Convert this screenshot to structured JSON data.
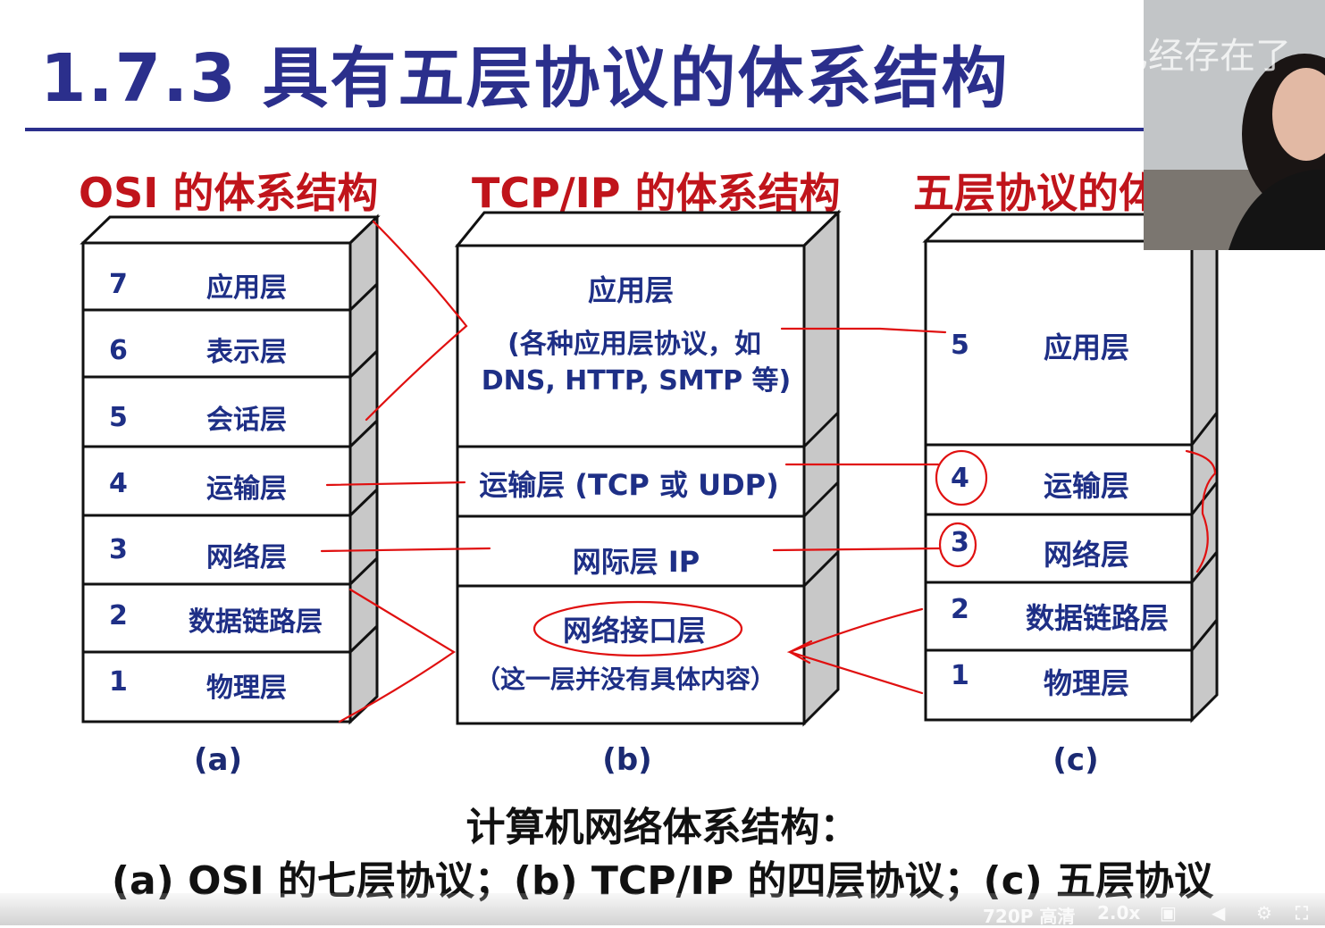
{
  "title": "1.7.3 具有五层协议的体系结构",
  "subtitle_overlay": "方已经存在了",
  "columns": {
    "osi": {
      "heading": "OSI 的体系结构",
      "caption": "(a)",
      "layers": [
        {
          "num": "7",
          "name": "应用层"
        },
        {
          "num": "6",
          "name": "表示层"
        },
        {
          "num": "5",
          "name": "会话层"
        },
        {
          "num": "4",
          "name": "运输层"
        },
        {
          "num": "3",
          "name": "网络层"
        },
        {
          "num": "2",
          "name": "数据链路层"
        },
        {
          "num": "1",
          "name": "物理层"
        }
      ]
    },
    "tcpip": {
      "heading": "TCP/IP 的体系结构",
      "caption": "(b)",
      "app_name": "应用层",
      "app_detail1": "(各种应用层协议，如",
      "app_detail2": "DNS, HTTP, SMTP 等)",
      "transport": "运输层 (TCP 或 UDP)",
      "internet": "网际层 IP",
      "netif": "网络接口层",
      "netif_detail": "（这一层并没有具体内容）"
    },
    "five": {
      "heading": "五层协议的体系结构",
      "caption": "(c)",
      "layers": [
        {
          "num": "5",
          "name": "应用层"
        },
        {
          "num": "4",
          "name": "运输层"
        },
        {
          "num": "3",
          "name": "网络层"
        },
        {
          "num": "2",
          "name": "数据链路层"
        },
        {
          "num": "1",
          "name": "物理层"
        }
      ]
    }
  },
  "caption_line1": "计算机网络体系结构：",
  "caption_line2": "(a) OSI 的七层协议；(b) TCP/IP 的四层协议；(c) 五层协议",
  "player": {
    "quality": "720P 高清",
    "speed": "2.0x"
  },
  "colors": {
    "title_blue": "#2b2f8c",
    "heading_red": "#c0141b",
    "annotation_red": "#e01010",
    "box_side_gray": "#c8c8c8"
  }
}
